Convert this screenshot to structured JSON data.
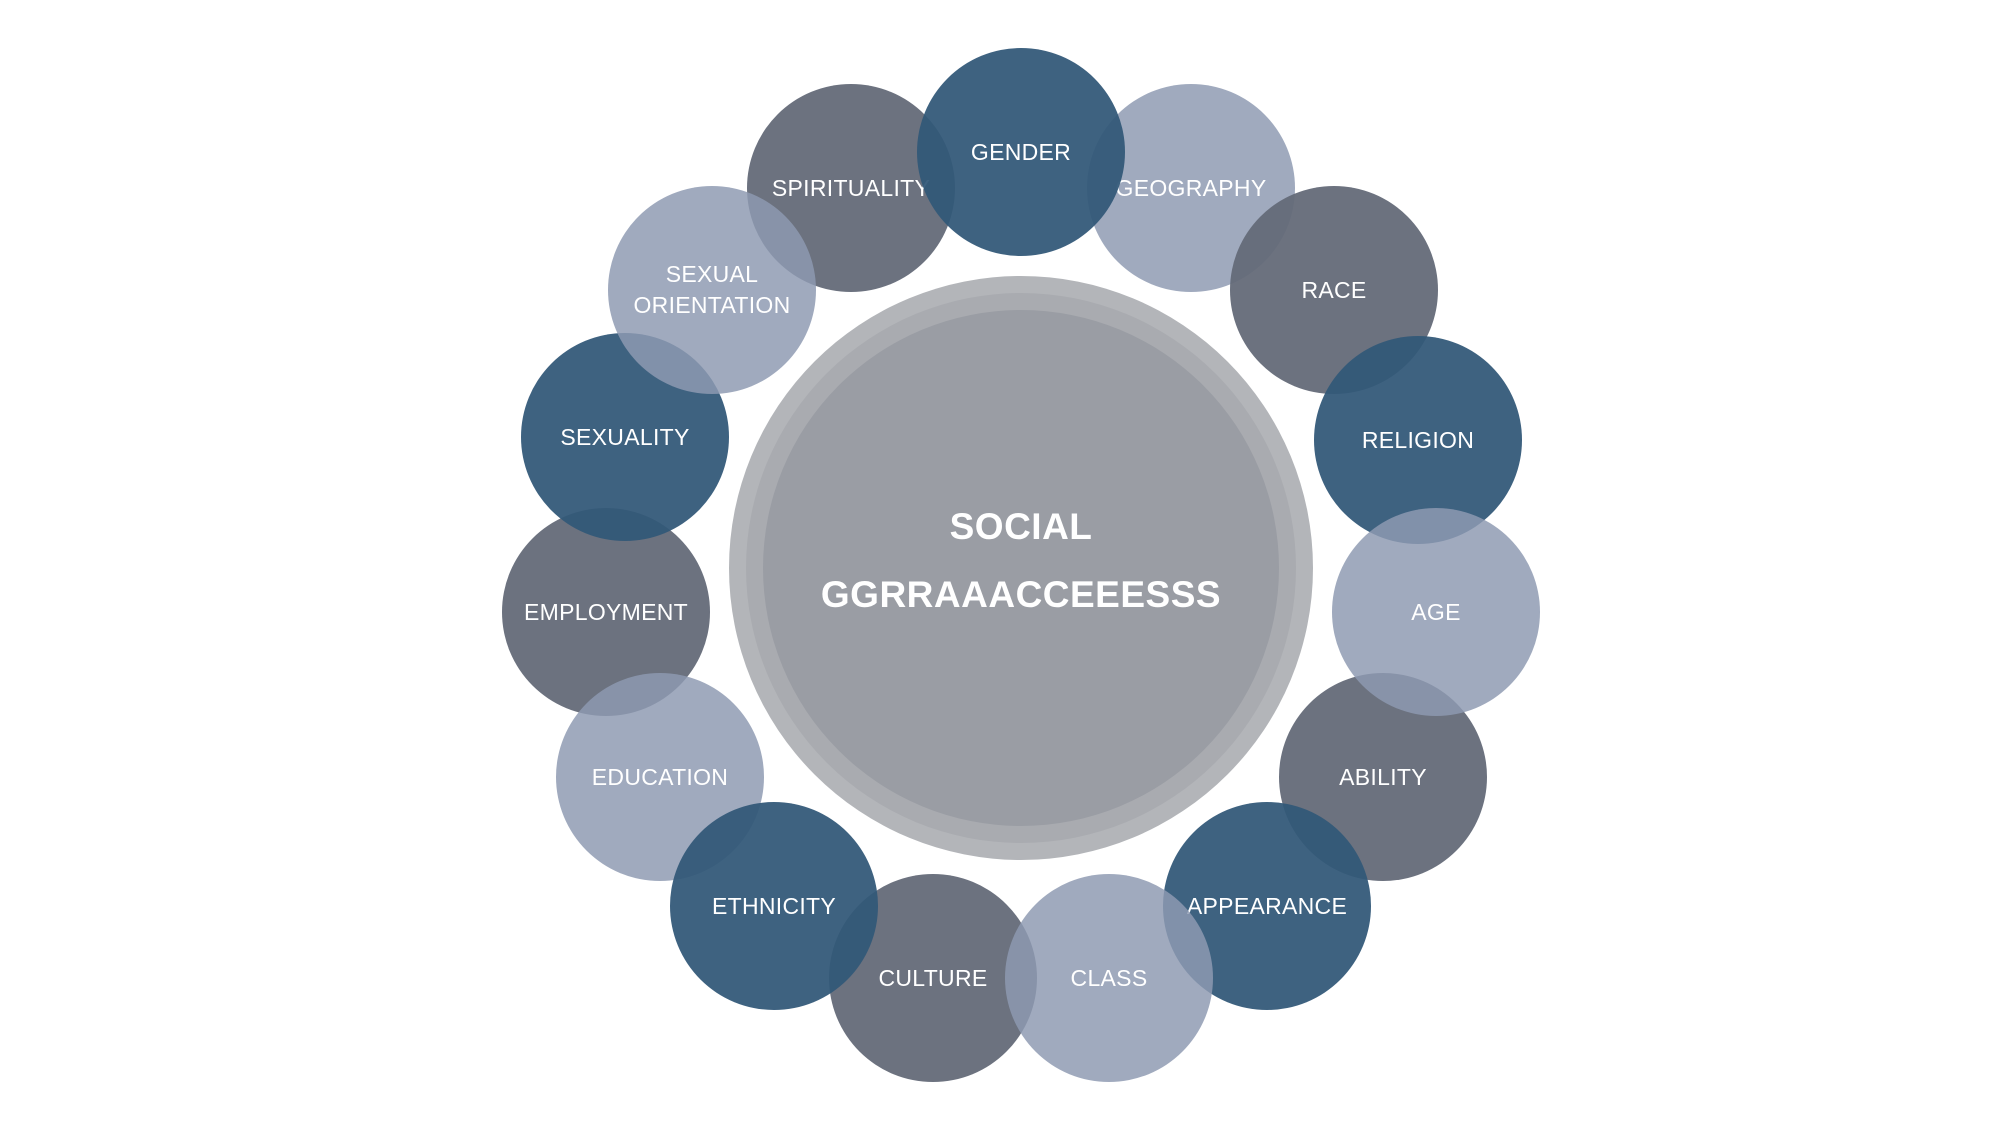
{
  "diagram": {
    "center": {
      "line1": "SOCIAL",
      "line2": "GGRRAAACCEEESSS"
    },
    "nodes": {
      "spirituality": "SPIRITUALITY",
      "geography": "GEOGRAPHY",
      "gender": "GENDER",
      "race": "RACE",
      "religion": "RELIGION",
      "age": "AGE",
      "ability": "ABILITY",
      "appearance": "APPEARANCE",
      "class": "CLASS",
      "culture": "CULTURE",
      "ethnicity": "ETHNICITY",
      "education": "EDUCATION",
      "employment": "EMPLOYMENT",
      "sexuality": "SEXUALITY",
      "sexual_orientation_line1": "SEXUAL",
      "sexual_orientation_line2": "ORIENTATION"
    },
    "colors": {
      "navy": "#325878",
      "slate": "#646a78",
      "light": "#8e9ab1",
      "center": "#9a9da4"
    }
  }
}
